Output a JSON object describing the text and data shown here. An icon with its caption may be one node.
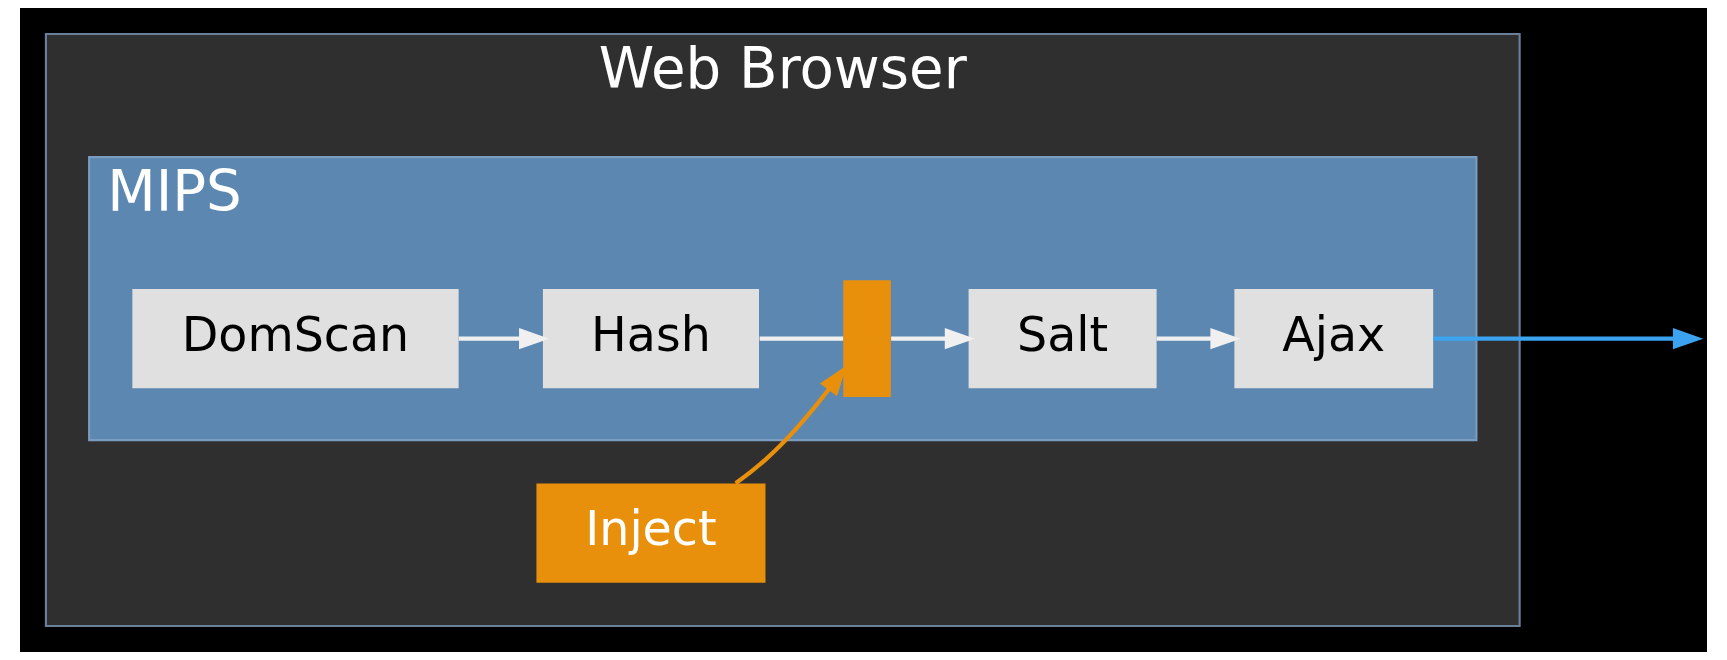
{
  "diagram": {
    "nodes": [
      {
        "text": [
          "Web Browser"
        ]
      },
      {
        "text": [
          "Inject"
        ],
        "in": 0
      },
      {
        "text": [
          "MIPS"
        ],
        "in": 0
      },
      {
        "text": [
          "DomScan"
        ],
        "in": 2
      },
      {
        "text": [
          "Hash"
        ],
        "in": 2
      },
      {
        "text": [],
        "shape": "bar",
        "in": 2
      },
      {
        "text": [
          "Salt"
        ],
        "in": 2
      },
      {
        "text": [
          "Ajax"
        ],
        "in": 2
      }
    ],
    "edges": [
      {
        "from": 1,
        "to": 5,
        "arrow": "to",
        "color": "#e8900c"
      },
      {
        "from": 3,
        "to": 4,
        "arrow": "to"
      },
      {
        "from": 4,
        "to": 5,
        "arrow": "none"
      },
      {
        "from": 5,
        "to": 6,
        "arrow": "to"
      },
      {
        "from": 6,
        "to": 7,
        "arrow": "to"
      },
      {
        "from": 7,
        "to": null,
        "arrow": "to",
        "color": "#3ba3f0"
      }
    ]
  }
}
